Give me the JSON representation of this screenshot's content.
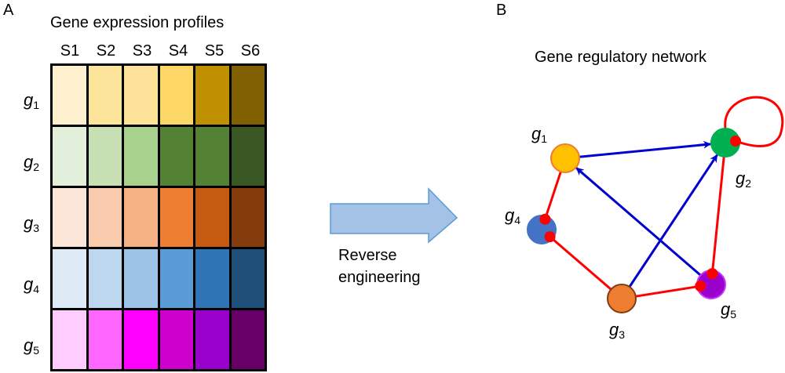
{
  "panel_a": {
    "label": "A",
    "title": "Gene expression profiles",
    "samples": [
      "S1",
      "S2",
      "S3",
      "S4",
      "S5",
      "S6"
    ],
    "genes": [
      {
        "name": "g",
        "sub": "1",
        "colors": [
          "#fef0cf",
          "#fde49b",
          "#fde39a",
          "#fdd765",
          "#c09000",
          "#806000"
        ]
      },
      {
        "name": "g",
        "sub": "2",
        "colors": [
          "#e2efda",
          "#c6e0b4",
          "#a9d18e",
          "#548235",
          "#548235",
          "#385723"
        ]
      },
      {
        "name": "g",
        "sub": "3",
        "colors": [
          "#fbe5d6",
          "#f8cbad",
          "#f4b183",
          "#ed7d31",
          "#c55a11",
          "#843c0c"
        ]
      },
      {
        "name": "g",
        "sub": "4",
        "colors": [
          "#deebf7",
          "#bdd7ee",
          "#9dc3e6",
          "#5b9bd5",
          "#2e75b6",
          "#1f4e79"
        ]
      },
      {
        "name": "g",
        "sub": "5",
        "colors": [
          "#ffccff",
          "#ff66ff",
          "#ff00ff",
          "#cc00cc",
          "#9900cc",
          "#660066"
        ]
      }
    ]
  },
  "arrow": {
    "label_line1": "Reverse",
    "label_line2": "engineering",
    "fill": "#a4c2e6",
    "stroke": "#5b9bd5"
  },
  "panel_b": {
    "label": "B",
    "title": "Gene regulatory network",
    "activation_color": "#0000cc",
    "inhibition_color": "#ff0000",
    "nodes": [
      {
        "id": "g1",
        "name": "g",
        "sub": "1",
        "fill": "#ffc000",
        "stroke": "#ed7d31"
      },
      {
        "id": "g2",
        "name": "g",
        "sub": "2",
        "fill": "#00b050",
        "stroke": "#00b050"
      },
      {
        "id": "g3",
        "name": "g",
        "sub": "3",
        "fill": "#ed7d31",
        "stroke": "#843c0c"
      },
      {
        "id": "g4",
        "name": "g",
        "sub": "4",
        "fill": "#4472c4",
        "stroke": "#4472c4"
      },
      {
        "id": "g5",
        "name": "g",
        "sub": "5",
        "fill": "#9900cc",
        "stroke": "#cc33ff"
      }
    ],
    "edges": [
      {
        "from": "g1",
        "to": "g2",
        "type": "activation"
      },
      {
        "from": "g3",
        "to": "g2",
        "type": "activation"
      },
      {
        "from": "g5",
        "to": "g1",
        "type": "activation"
      },
      {
        "from": "g2",
        "to": "g2",
        "type": "inhibition"
      },
      {
        "from": "g1",
        "to": "g4",
        "type": "inhibition"
      },
      {
        "from": "g3",
        "to": "g4",
        "type": "inhibition"
      },
      {
        "from": "g2",
        "to": "g5",
        "type": "inhibition"
      },
      {
        "from": "g3",
        "to": "g5",
        "type": "inhibition"
      }
    ]
  }
}
